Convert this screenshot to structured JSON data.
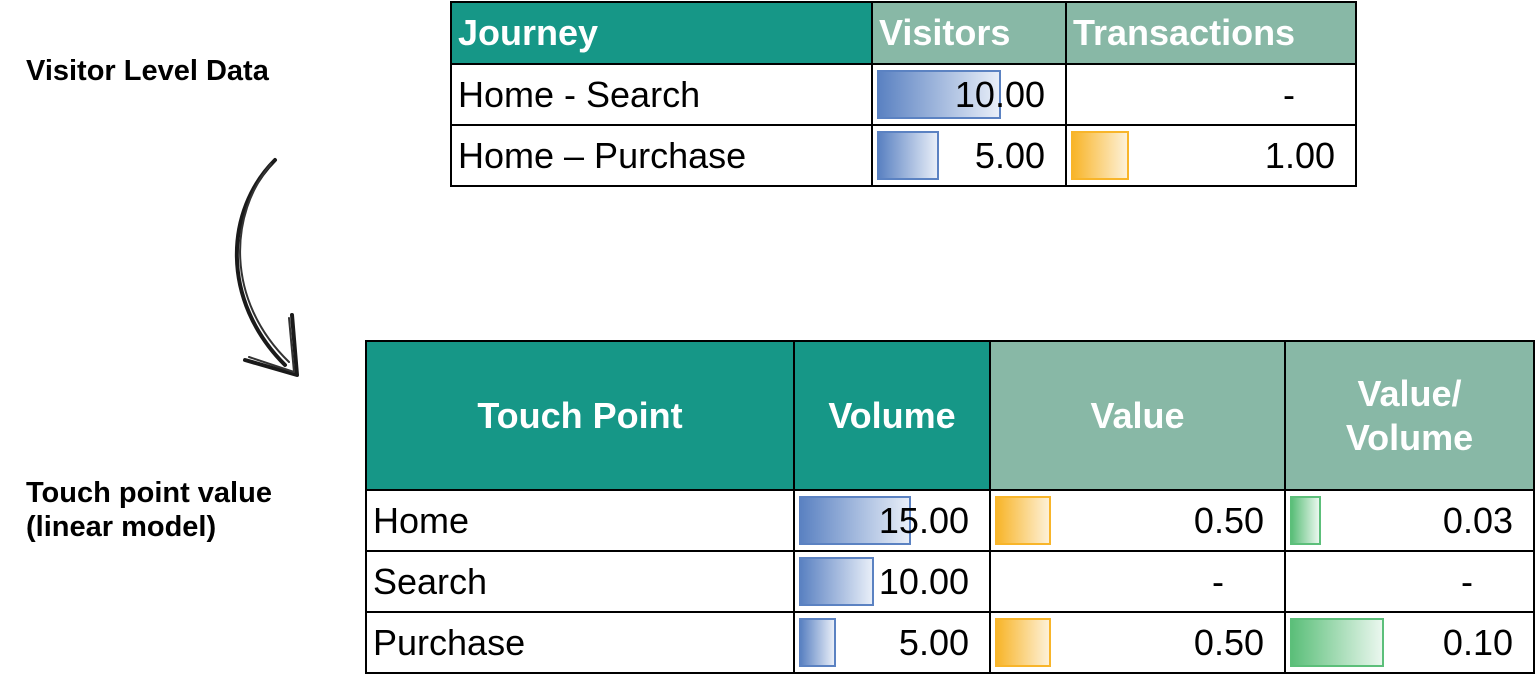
{
  "labels": {
    "visitor_level": "Visitor Level Data",
    "touch_point_line1": "Touch point value",
    "touch_point_line2": "(linear model)"
  },
  "colors": {
    "header_teal": "#169787",
    "header_sage": "#88b8a6",
    "bar_blue": "#5b82c2",
    "bar_orange": "#f8b52a",
    "bar_green": "#5cbf7a"
  },
  "journey_table": {
    "headers": [
      "Journey",
      "Visitors",
      "Transactions"
    ],
    "rows": [
      {
        "journey": "Home - Search",
        "visitors": "10.00",
        "visitors_fill": 1.0,
        "transactions": "-",
        "transactions_fill": 0
      },
      {
        "journey": "Home – Purchase",
        "visitors": "5.00",
        "visitors_fill": 0.5,
        "transactions": "1.00",
        "transactions_fill": 1.0
      }
    ]
  },
  "touch_table": {
    "headers": [
      "Touch Point",
      "Volume",
      "Value",
      "Value/\nVolume"
    ],
    "rows": [
      {
        "touch_point": "Home",
        "volume": "15.00",
        "volume_fill": 1.0,
        "value": "0.50",
        "value_fill": 1.0,
        "ratio": "0.03",
        "ratio_fill": 0.33
      },
      {
        "touch_point": "Search",
        "volume": "10.00",
        "volume_fill": 0.67,
        "value": "-",
        "value_fill": 0,
        "ratio": "-",
        "ratio_fill": 0
      },
      {
        "touch_point": "Purchase",
        "volume": "5.00",
        "volume_fill": 0.33,
        "value": "0.50",
        "value_fill": 1.0,
        "ratio": "0.10",
        "ratio_fill": 1.0
      }
    ]
  }
}
